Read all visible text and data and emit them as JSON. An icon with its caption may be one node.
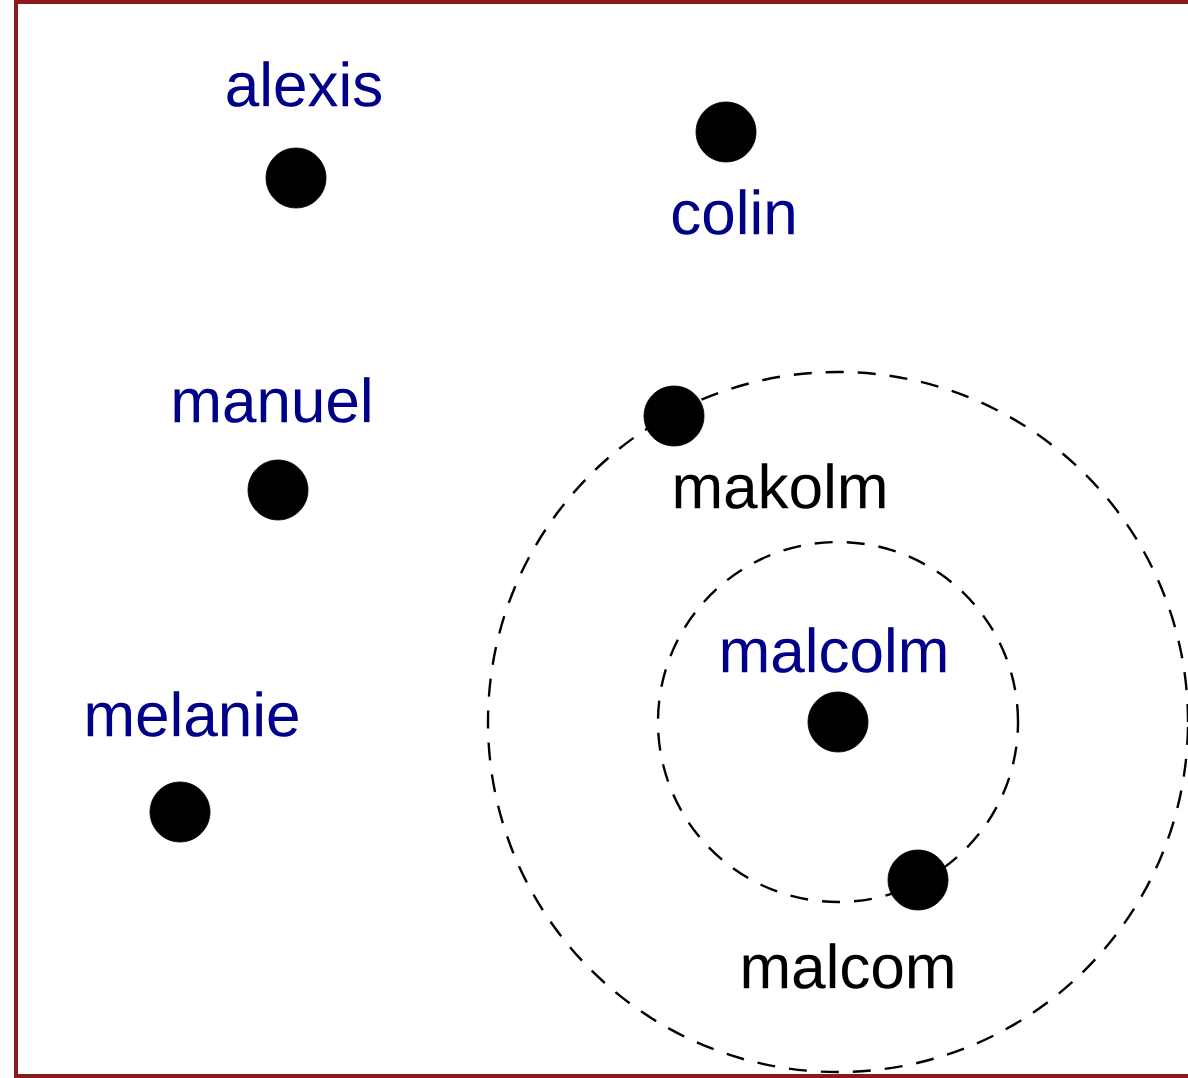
{
  "diagram": {
    "nodes": [
      {
        "text": [],
        "shape": "circle",
        "beside": [
          "alexis"
        ]
      },
      {
        "text": [],
        "shape": "circle",
        "beside": [
          "colin"
        ]
      },
      {
        "text": [],
        "shape": "circle",
        "beside": [
          "manuel"
        ]
      },
      {
        "text": [],
        "shape": "circle",
        "beside": [
          "makolm"
        ]
      },
      {
        "text": [],
        "shape": "circle",
        "beside": [
          "malcolm"
        ]
      },
      {
        "text": [],
        "shape": "circle",
        "beside": [
          "melanie"
        ]
      },
      {
        "text": [],
        "shape": "circle",
        "beside": [
          "malcom"
        ]
      }
    ]
  }
}
